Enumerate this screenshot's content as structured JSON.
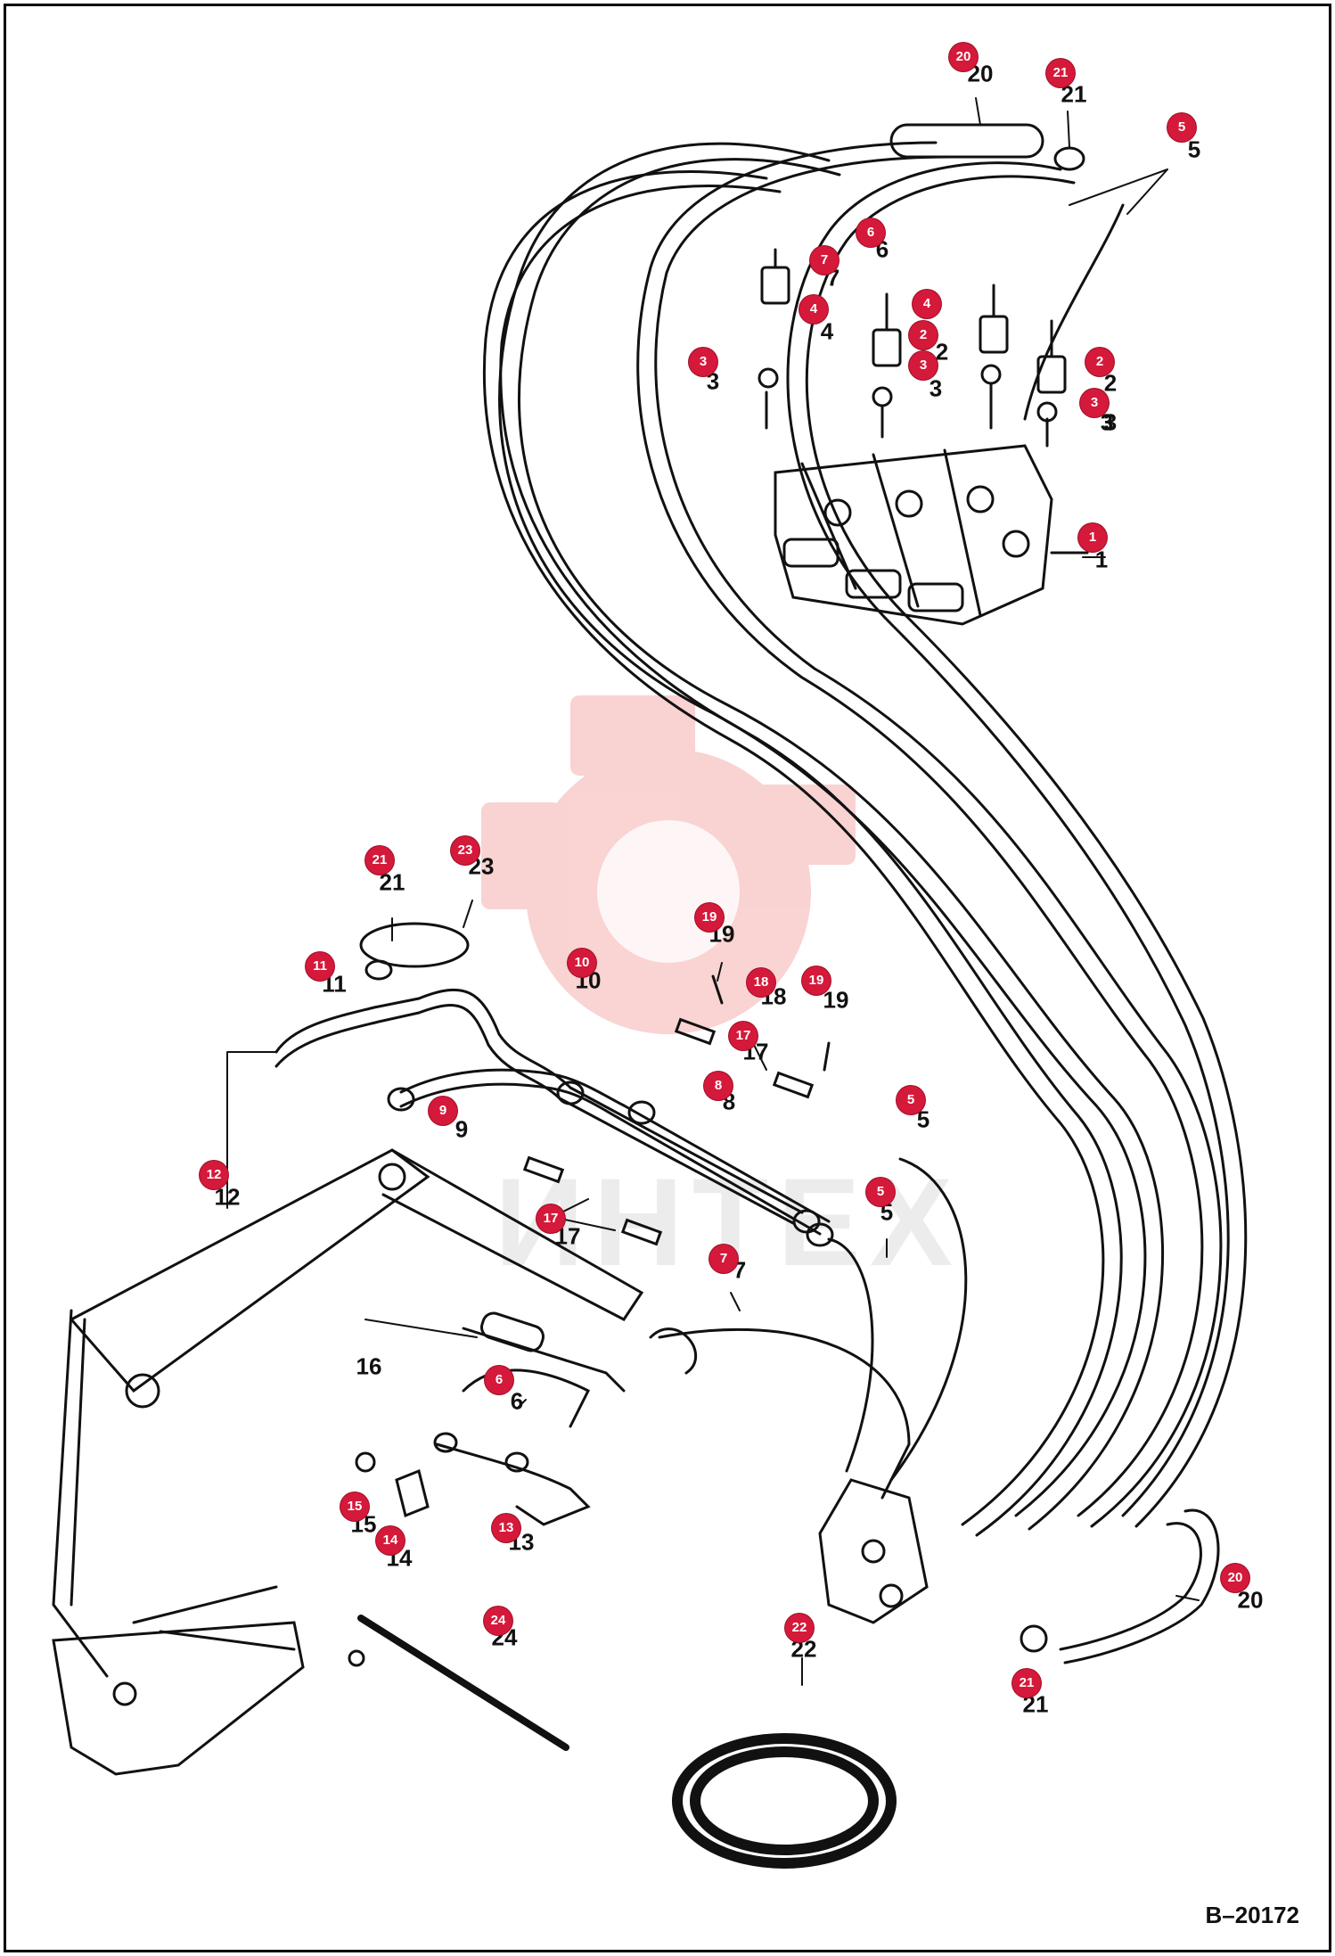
{
  "drawing": {
    "number": "B–20172",
    "watermark_text": "ИНТЕХ"
  },
  "parts": [
    {
      "id": "p1",
      "number": "1"
    },
    {
      "id": "p2",
      "number": "2"
    },
    {
      "id": "p3",
      "number": "3"
    },
    {
      "id": "p4",
      "number": "4"
    },
    {
      "id": "p5",
      "number": "5"
    },
    {
      "id": "p6",
      "number": "6"
    },
    {
      "id": "p7",
      "number": "7"
    },
    {
      "id": "p8",
      "number": "8"
    },
    {
      "id": "p9",
      "number": "9"
    },
    {
      "id": "p10",
      "number": "10"
    },
    {
      "id": "p11",
      "number": "11"
    },
    {
      "id": "p12",
      "number": "12"
    },
    {
      "id": "p13",
      "number": "13"
    },
    {
      "id": "p14",
      "number": "14"
    },
    {
      "id": "p15",
      "number": "15"
    },
    {
      "id": "p16",
      "number": "16"
    },
    {
      "id": "p17",
      "number": "17"
    },
    {
      "id": "p18",
      "number": "18"
    },
    {
      "id": "p19",
      "number": "19"
    },
    {
      "id": "p20",
      "number": "20"
    },
    {
      "id": "p21",
      "number": "21"
    },
    {
      "id": "p22",
      "number": "22"
    },
    {
      "id": "p23",
      "number": "23"
    },
    {
      "id": "p24",
      "number": "24"
    }
  ],
  "callouts": [
    {
      "part": "20"
    },
    {
      "part": "21"
    },
    {
      "part": "5"
    },
    {
      "part": "6"
    },
    {
      "part": "7"
    },
    {
      "part": "4"
    },
    {
      "part": "4"
    },
    {
      "part": "2"
    },
    {
      "part": "3"
    },
    {
      "part": "3"
    },
    {
      "part": "2"
    },
    {
      "part": "3"
    },
    {
      "part": "1"
    },
    {
      "part": "21"
    },
    {
      "part": "23"
    },
    {
      "part": "19"
    },
    {
      "part": "11"
    },
    {
      "part": "10"
    },
    {
      "part": "18"
    },
    {
      "part": "19"
    },
    {
      "part": "17"
    },
    {
      "part": "8"
    },
    {
      "part": "9"
    },
    {
      "part": "5"
    },
    {
      "part": "12"
    },
    {
      "part": "5"
    },
    {
      "part": "17"
    },
    {
      "part": "7"
    },
    {
      "part": "6"
    },
    {
      "part": "15"
    },
    {
      "part": "14"
    },
    {
      "part": "13"
    },
    {
      "part": "24"
    },
    {
      "part": "22"
    },
    {
      "part": "20"
    },
    {
      "part": "21"
    }
  ],
  "labels": [
    {
      "text": "20"
    },
    {
      "text": "21"
    },
    {
      "text": "5"
    },
    {
      "text": "6"
    },
    {
      "text": "7"
    },
    {
      "text": "4"
    },
    {
      "text": "2"
    },
    {
      "text": "3"
    },
    {
      "text": "3"
    },
    {
      "text": "2"
    },
    {
      "text": "3"
    },
    {
      "text": "1"
    },
    {
      "text": "21"
    },
    {
      "text": "23"
    },
    {
      "text": "11"
    },
    {
      "text": "10"
    },
    {
      "text": "19"
    },
    {
      "text": "18"
    },
    {
      "text": "19"
    },
    {
      "text": "17"
    },
    {
      "text": "8"
    },
    {
      "text": "9"
    },
    {
      "text": "5"
    },
    {
      "text": "12"
    },
    {
      "text": "5"
    },
    {
      "text": "17"
    },
    {
      "text": "7"
    },
    {
      "text": "16"
    },
    {
      "text": "6"
    },
    {
      "text": "15"
    },
    {
      "text": "14"
    },
    {
      "text": "13"
    },
    {
      "text": "24"
    },
    {
      "text": "22"
    },
    {
      "text": "20"
    },
    {
      "text": "21"
    },
    {
      "text": "3"
    },
    {
      "text": "4"
    }
  ],
  "colors": {
    "callout_fill": "#d5193a",
    "line": "#111111",
    "watermark": "#f4a6a6"
  }
}
